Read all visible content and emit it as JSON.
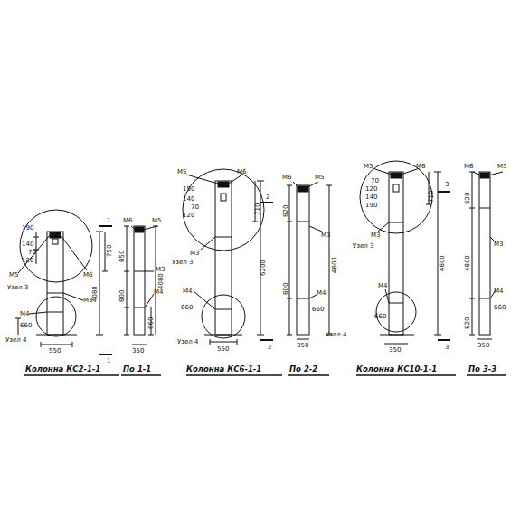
{
  "diagram": {
    "labels": [
      "М5",
      "М6",
      "1",
      "190",
      "140",
      "70",
      "120",
      "Узел 3",
      "750",
      "4080",
      "М3",
      "М4",
      "660",
      "Узел 4",
      "550",
      "1",
      "Колонна КС2-1-1",
      "М6",
      "М5",
      "850",
      "М3",
      "800",
      "М4",
      "660",
      "4080",
      "350",
      "По 1-1",
      "М5",
      "М6",
      "2",
      "710",
      "190",
      "140",
      "70",
      "120",
      "М3",
      "Узел 3",
      "6200",
      "М4",
      "660",
      "550",
      "Узел 4",
      "2",
      "Колонна КС6-1-1",
      "М6",
      "М5",
      "820",
      "М3",
      "4800",
      "800",
      "М4",
      "660",
      "350",
      "По 2-2",
      "Узел 4",
      "М5",
      "М6",
      "3",
      "710",
      "70",
      "120",
      "140",
      "190",
      "М3",
      "Узел 3",
      "4800",
      "М4",
      "660",
      "350",
      "3",
      "Колонна КС10-1-1",
      "М6",
      "М5",
      "820",
      "4800",
      "М3",
      "М4",
      "820",
      "660",
      "350",
      "По 3-3"
    ]
  }
}
